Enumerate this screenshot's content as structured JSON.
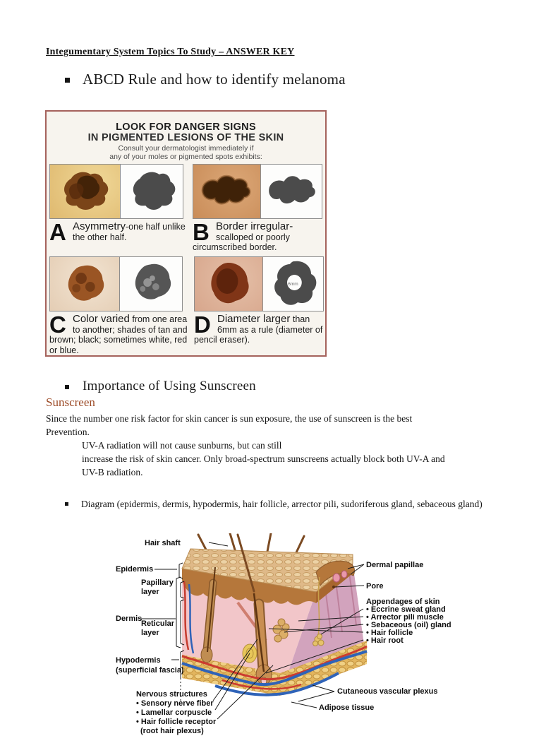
{
  "doc": {
    "title": "Integumentary System Topics To Study – ANSWER KEY",
    "bullet_abcd": "ABCD Rule and how to identify melanoma",
    "bullet_sunscreen": "Importance of Using Sunscreen",
    "sunscreen_heading": "Sunscreen",
    "sunscreen_heading_color": "#9c4a26",
    "para_line1": "Since the number one risk factor for skin cancer is sun exposure, the use of sunscreen is the best",
    "para_line2": "Prevention.",
    "indent_line1": "UV-A radiation will not cause sunburns, but can still",
    "indent_line2": "increase the risk of skin cancer. Only broad-spectrum sunscreens actually block both UV-A and",
    "indent_line3": "UV-B radiation.",
    "bullet_diagram": "Diagram (epidermis, dermis, hypodermis, hair follicle, arrector pili, sudoriferous gland, sebaceous gland)"
  },
  "danger_figure": {
    "border_color": "#a5625c",
    "title1": "LOOK FOR DANGER SIGNS",
    "title2": "IN PIGMENTED LESIONS OF THE SKIN",
    "sub1": "Consult your dermatologist immediately if",
    "sub2": "any of your moles or pigmented spots exhibits:",
    "panels": [
      {
        "letter": "A",
        "strong": "Asymmetry",
        "rest": "-one half unlike the other half."
      },
      {
        "letter": "B",
        "strong": "Border irregular-",
        "rest": " scalloped or poorly circumscribed border."
      },
      {
        "letter": "C",
        "strong": "Color varied",
        "rest": " from one area to another; shades of tan and brown; black; sometimes white, red or blue."
      },
      {
        "letter": "D",
        "strong": "Diameter larger",
        "rest": " than 6mm as a rule (diameter of pencil eraser)."
      }
    ],
    "d_label": "6mm"
  },
  "skin_diagram": {
    "hair_shaft": "Hair shaft",
    "epidermis": "Epidermis",
    "papillary": "Papillary layer",
    "dermis": "Dermis",
    "reticular": "Reticular layer",
    "hypodermis1": "Hypodermis",
    "hypodermis2": "(superficial fascia)",
    "nervous_heading": "Nervous structures",
    "nervous_items": [
      "• Sensory nerve fiber",
      "• Lamellar corpuscle",
      "• Hair follicle receptor",
      "(root hair plexus)"
    ],
    "dermal_papillae": "Dermal papillae",
    "pore": "Pore",
    "appendages_heading": "Appendages of skin",
    "appendages_items": [
      "• Eccrine sweat gland",
      "• Arrector pili muscle",
      "• Sebaceous (oil) gland",
      "• Hair follicle",
      "• Hair root"
    ],
    "cutaneous": "Cutaneous vascular plexus",
    "adipose": "Adipose tissue"
  }
}
